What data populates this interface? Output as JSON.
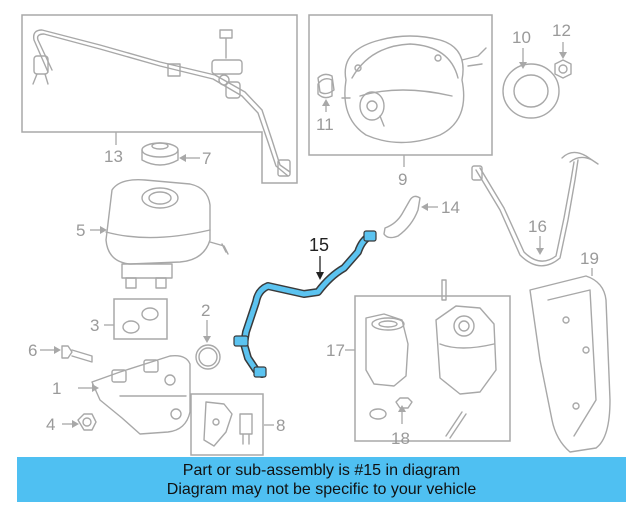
{
  "diagram": {
    "highlighted_part": "15",
    "colors": {
      "highlight": "#5bc3f0",
      "line_art": "#a8a8a8",
      "banner": "#4fc0f2"
    },
    "callouts": [
      {
        "key": "c1",
        "label": "1"
      },
      {
        "key": "c2",
        "label": "2"
      },
      {
        "key": "c3",
        "label": "3"
      },
      {
        "key": "c4",
        "label": "4"
      },
      {
        "key": "c5",
        "label": "5"
      },
      {
        "key": "c6",
        "label": "6"
      },
      {
        "key": "c7",
        "label": "7"
      },
      {
        "key": "c8",
        "label": "8"
      },
      {
        "key": "c9",
        "label": "9"
      },
      {
        "key": "c10",
        "label": "10"
      },
      {
        "key": "c11",
        "label": "11"
      },
      {
        "key": "c12",
        "label": "12"
      },
      {
        "key": "c13",
        "label": "13"
      },
      {
        "key": "c14",
        "label": "14"
      },
      {
        "key": "c15",
        "label": "15"
      },
      {
        "key": "c16",
        "label": "16"
      },
      {
        "key": "c17",
        "label": "17"
      },
      {
        "key": "c18",
        "label": "18"
      },
      {
        "key": "c19",
        "label": "19"
      }
    ]
  },
  "banner": {
    "line1": "Part or sub-assembly is #15 in diagram",
    "line2": "Diagram may not be specific to your vehicle"
  }
}
